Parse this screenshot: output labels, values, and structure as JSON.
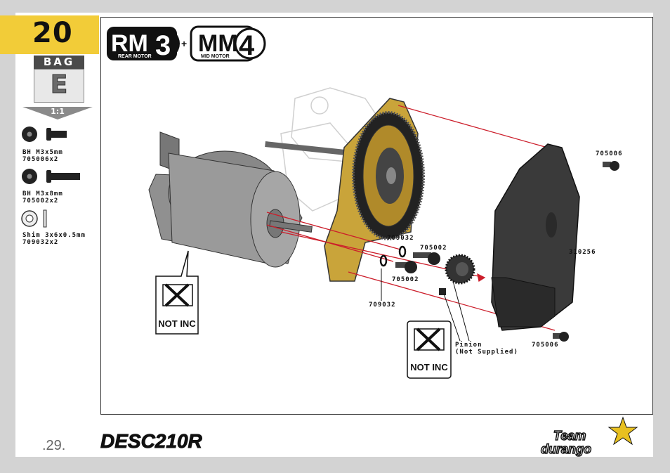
{
  "step": {
    "number": "20"
  },
  "bag": {
    "label": "BAG",
    "letter": "E",
    "scale": "1:1"
  },
  "parts": [
    {
      "name": "BH M3x5mm",
      "code": "705006x2"
    },
    {
      "name": "BH M3x8mm",
      "code": "705002x2"
    },
    {
      "name": "Shim 3x6x0.5mm",
      "code": "709032x2"
    }
  ],
  "motors": {
    "rm_text": "RM",
    "rm_num": "3",
    "rm_sub": "REAR MOTOR",
    "plus": "+",
    "mm_text": "MM",
    "mm_num": "4",
    "mm_sub": "MID MOTOR"
  },
  "callouts": {
    "c705006_top": "705006",
    "c310256": "310256",
    "c705006_bottom": "705006",
    "c709032_a": "709032",
    "c705002_a": "705002",
    "c705002_b": "705002",
    "c709032_b": "709032",
    "pinion_1": "Pinion",
    "pinion_2": "(Not Supplied)"
  },
  "not_inc": {
    "motor": "NOT INC",
    "pinion": "NOT INC"
  },
  "footer": {
    "page": ".29.",
    "product": "DESC210R",
    "brand_1": "Team",
    "brand_2": "durango"
  },
  "colors": {
    "tab": "#f2cc38",
    "plate": "#c9a43a",
    "arrow": "#cc1e2b",
    "motor": "#8f8f8f",
    "cover": "#3a3a3a"
  }
}
